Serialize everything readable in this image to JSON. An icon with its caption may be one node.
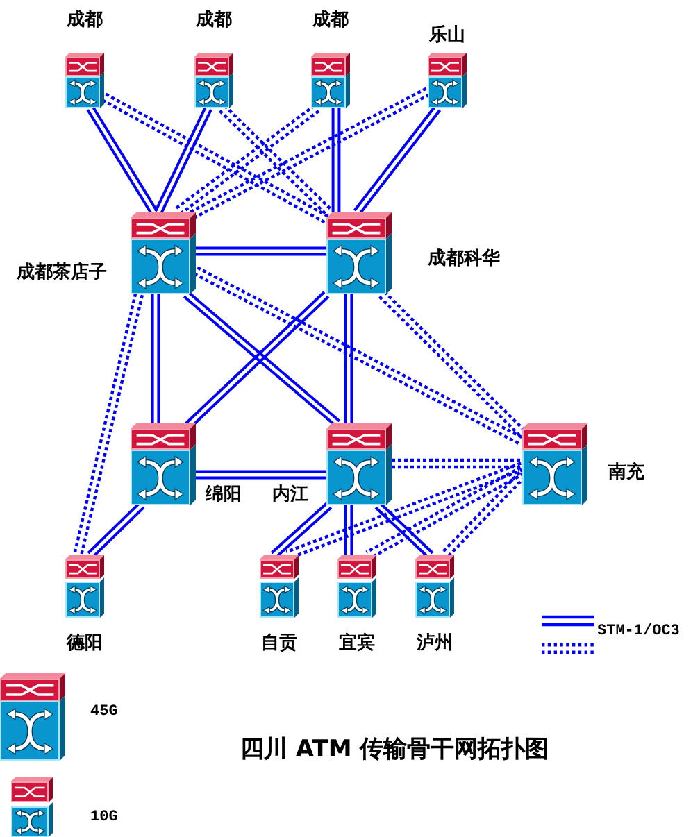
{
  "diagram": {
    "title": "四川 ATM 传输骨干网拓扑图",
    "nodes": [
      {
        "text": [
          "成都"
        ]
      },
      {
        "text": [
          "成都"
        ]
      },
      {
        "text": [
          "成都"
        ]
      },
      {
        "text": [
          "乐山"
        ]
      },
      {
        "text": [
          "成都茶店子"
        ]
      },
      {
        "text": [
          "成都科华"
        ]
      },
      {
        "text": [
          "绵阳"
        ]
      },
      {
        "text": [
          "内江"
        ]
      },
      {
        "text": [
          "南充"
        ]
      },
      {
        "text": [
          "德阳"
        ]
      },
      {
        "text": [
          "自贡"
        ]
      },
      {
        "text": [
          "宜宾"
        ]
      },
      {
        "text": [
          "泸州"
        ]
      }
    ],
    "edges": [
      {
        "from": 0,
        "to": 4,
        "arrow": "none"
      },
      {
        "from": 0,
        "to": 5,
        "arrow": "none",
        "style": "dashed"
      },
      {
        "from": 1,
        "to": 4,
        "arrow": "none"
      },
      {
        "from": 1,
        "to": 5,
        "arrow": "none",
        "style": "dashed"
      },
      {
        "from": 2,
        "to": 5,
        "arrow": "none"
      },
      {
        "from": 2,
        "to": 4,
        "arrow": "none",
        "style": "dashed"
      },
      {
        "from": 3,
        "to": 5,
        "arrow": "none"
      },
      {
        "from": 3,
        "to": 4,
        "arrow": "none",
        "style": "dashed"
      },
      {
        "from": 4,
        "to": 5,
        "arrow": "none"
      },
      {
        "from": 4,
        "to": 6,
        "arrow": "none"
      },
      {
        "from": 4,
        "to": 7,
        "arrow": "none"
      },
      {
        "from": 4,
        "to": 8,
        "arrow": "none",
        "style": "dashed"
      },
      {
        "from": 4,
        "to": 9,
        "arrow": "none",
        "style": "dashed"
      },
      {
        "from": 5,
        "to": 7,
        "arrow": "none"
      },
      {
        "from": 5,
        "to": 6,
        "arrow": "none"
      },
      {
        "from": 5,
        "to": 8,
        "arrow": "none",
        "style": "dashed"
      },
      {
        "from": 6,
        "to": 7,
        "arrow": "none"
      },
      {
        "from": 6,
        "to": 9,
        "arrow": "none"
      },
      {
        "from": 7,
        "to": 8,
        "arrow": "none",
        "style": "dashed"
      },
      {
        "from": 7,
        "to": 10,
        "arrow": "none"
      },
      {
        "from": 7,
        "to": 11,
        "arrow": "none"
      },
      {
        "from": 7,
        "to": 12,
        "arrow": "none"
      },
      {
        "from": 8,
        "to": 10,
        "arrow": "none",
        "style": "dashed"
      },
      {
        "from": 8,
        "to": 11,
        "arrow": "none",
        "style": "dashed"
      },
      {
        "from": 8,
        "to": 12,
        "arrow": "none",
        "style": "dashed"
      }
    ],
    "legend": [
      {
        "text": "STM-1/OC3"
      },
      {
        "text": "45G"
      },
      {
        "text": "10G"
      }
    ]
  }
}
